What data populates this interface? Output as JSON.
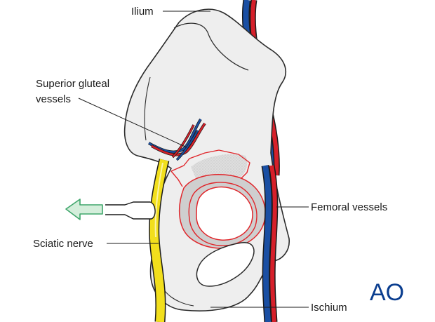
{
  "labels": {
    "ilium": "Ilium",
    "superior_gluteal_line1": "Superior gluteal",
    "superior_gluteal_line2": "vessels",
    "femoral_vessels": "Femoral vessels",
    "sciatic_nerve": "Sciatic nerve",
    "ischium": "Ischium"
  },
  "logo": {
    "text": "AO"
  },
  "colors": {
    "artery": "#d6202a",
    "vein": "#1a4fa3",
    "nerve": "#f2df1c",
    "fracture": "#e0262b",
    "bone": "#eeeeee",
    "logo": "#0a3d8f",
    "arrow": "#3fa66b"
  },
  "icons": [
    "retraction-arrow-icon",
    "retractor-icon",
    "ao-logo"
  ]
}
